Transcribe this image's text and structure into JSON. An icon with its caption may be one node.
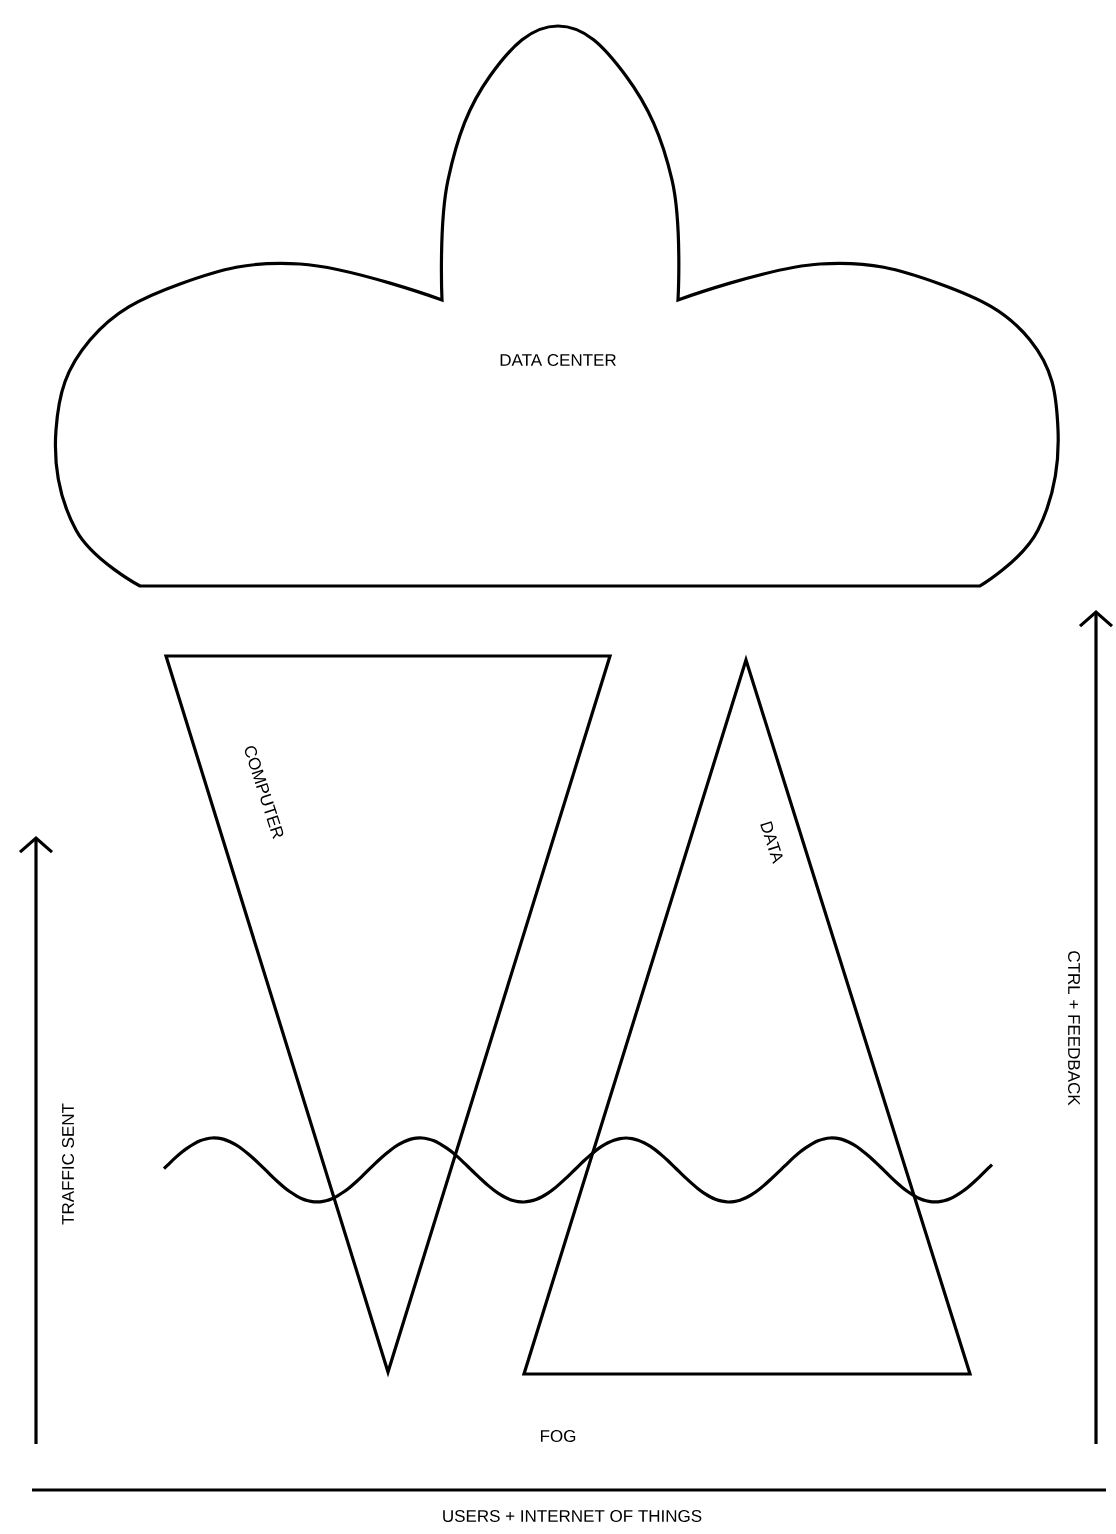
{
  "diagram": {
    "nodes": [
      {
        "text": [
          "DATA CENTER"
        ]
      },
      {
        "text": [
          "COMPUTER"
        ]
      },
      {
        "text": [
          "DATA"
        ]
      }
    ],
    "labels": [
      "TRAFFIC SENT",
      "CTRL + FEEDBACK",
      "FOG",
      "USERS + INTERNET OF THINGS"
    ]
  }
}
